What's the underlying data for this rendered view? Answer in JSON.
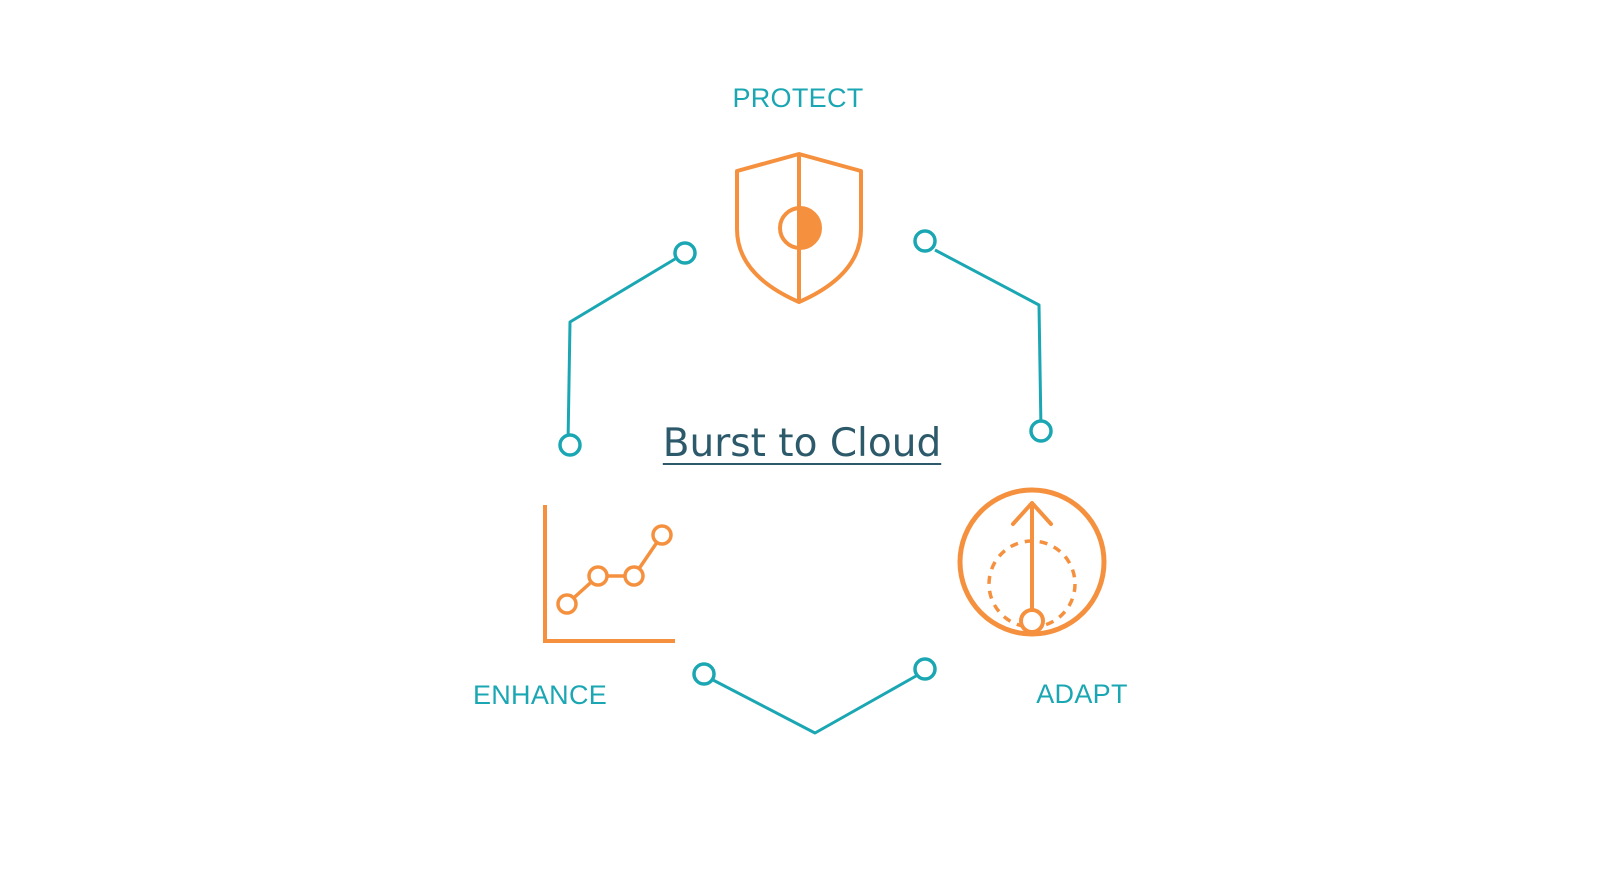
{
  "colors": {
    "teal": "#1aa7b3",
    "orange": "#f5913e",
    "title": "#2d5a6a",
    "background": "#ffffff"
  },
  "center": {
    "title": "Burst to Cloud"
  },
  "nodes": [
    {
      "id": "protect",
      "label": "PROTECT",
      "icon": "shield-icon"
    },
    {
      "id": "adapt",
      "label": "ADAPT",
      "icon": "gauge-arrow-icon"
    },
    {
      "id": "enhance",
      "label": "ENHANCE",
      "icon": "line-chart-icon"
    }
  ]
}
